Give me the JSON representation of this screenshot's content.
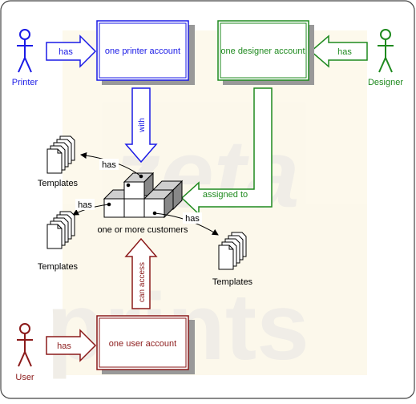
{
  "actors": {
    "printer": "Printer",
    "designer": "Designer",
    "user": "User"
  },
  "accounts": {
    "printer": "one printer account",
    "designer": "one designer account",
    "user": "one user account"
  },
  "relations": {
    "printer_has": "has",
    "designer_has": "has",
    "user_has": "has",
    "with": "with",
    "assigned_to": "assigned to",
    "can_access": "can access",
    "customers_has_top": "has",
    "customers_has_left": "has",
    "customers_has_right": "has"
  },
  "customers_label": "one or more customers",
  "templates": {
    "top_left": "Templates",
    "left": "Templates",
    "bottom_right": "Templates"
  },
  "watermark": "zeta prints",
  "colors": {
    "printer": "#1a1ae6",
    "designer": "#1f8a1f",
    "user": "#8b1a1a",
    "arrow_fill": "#ffffff"
  }
}
